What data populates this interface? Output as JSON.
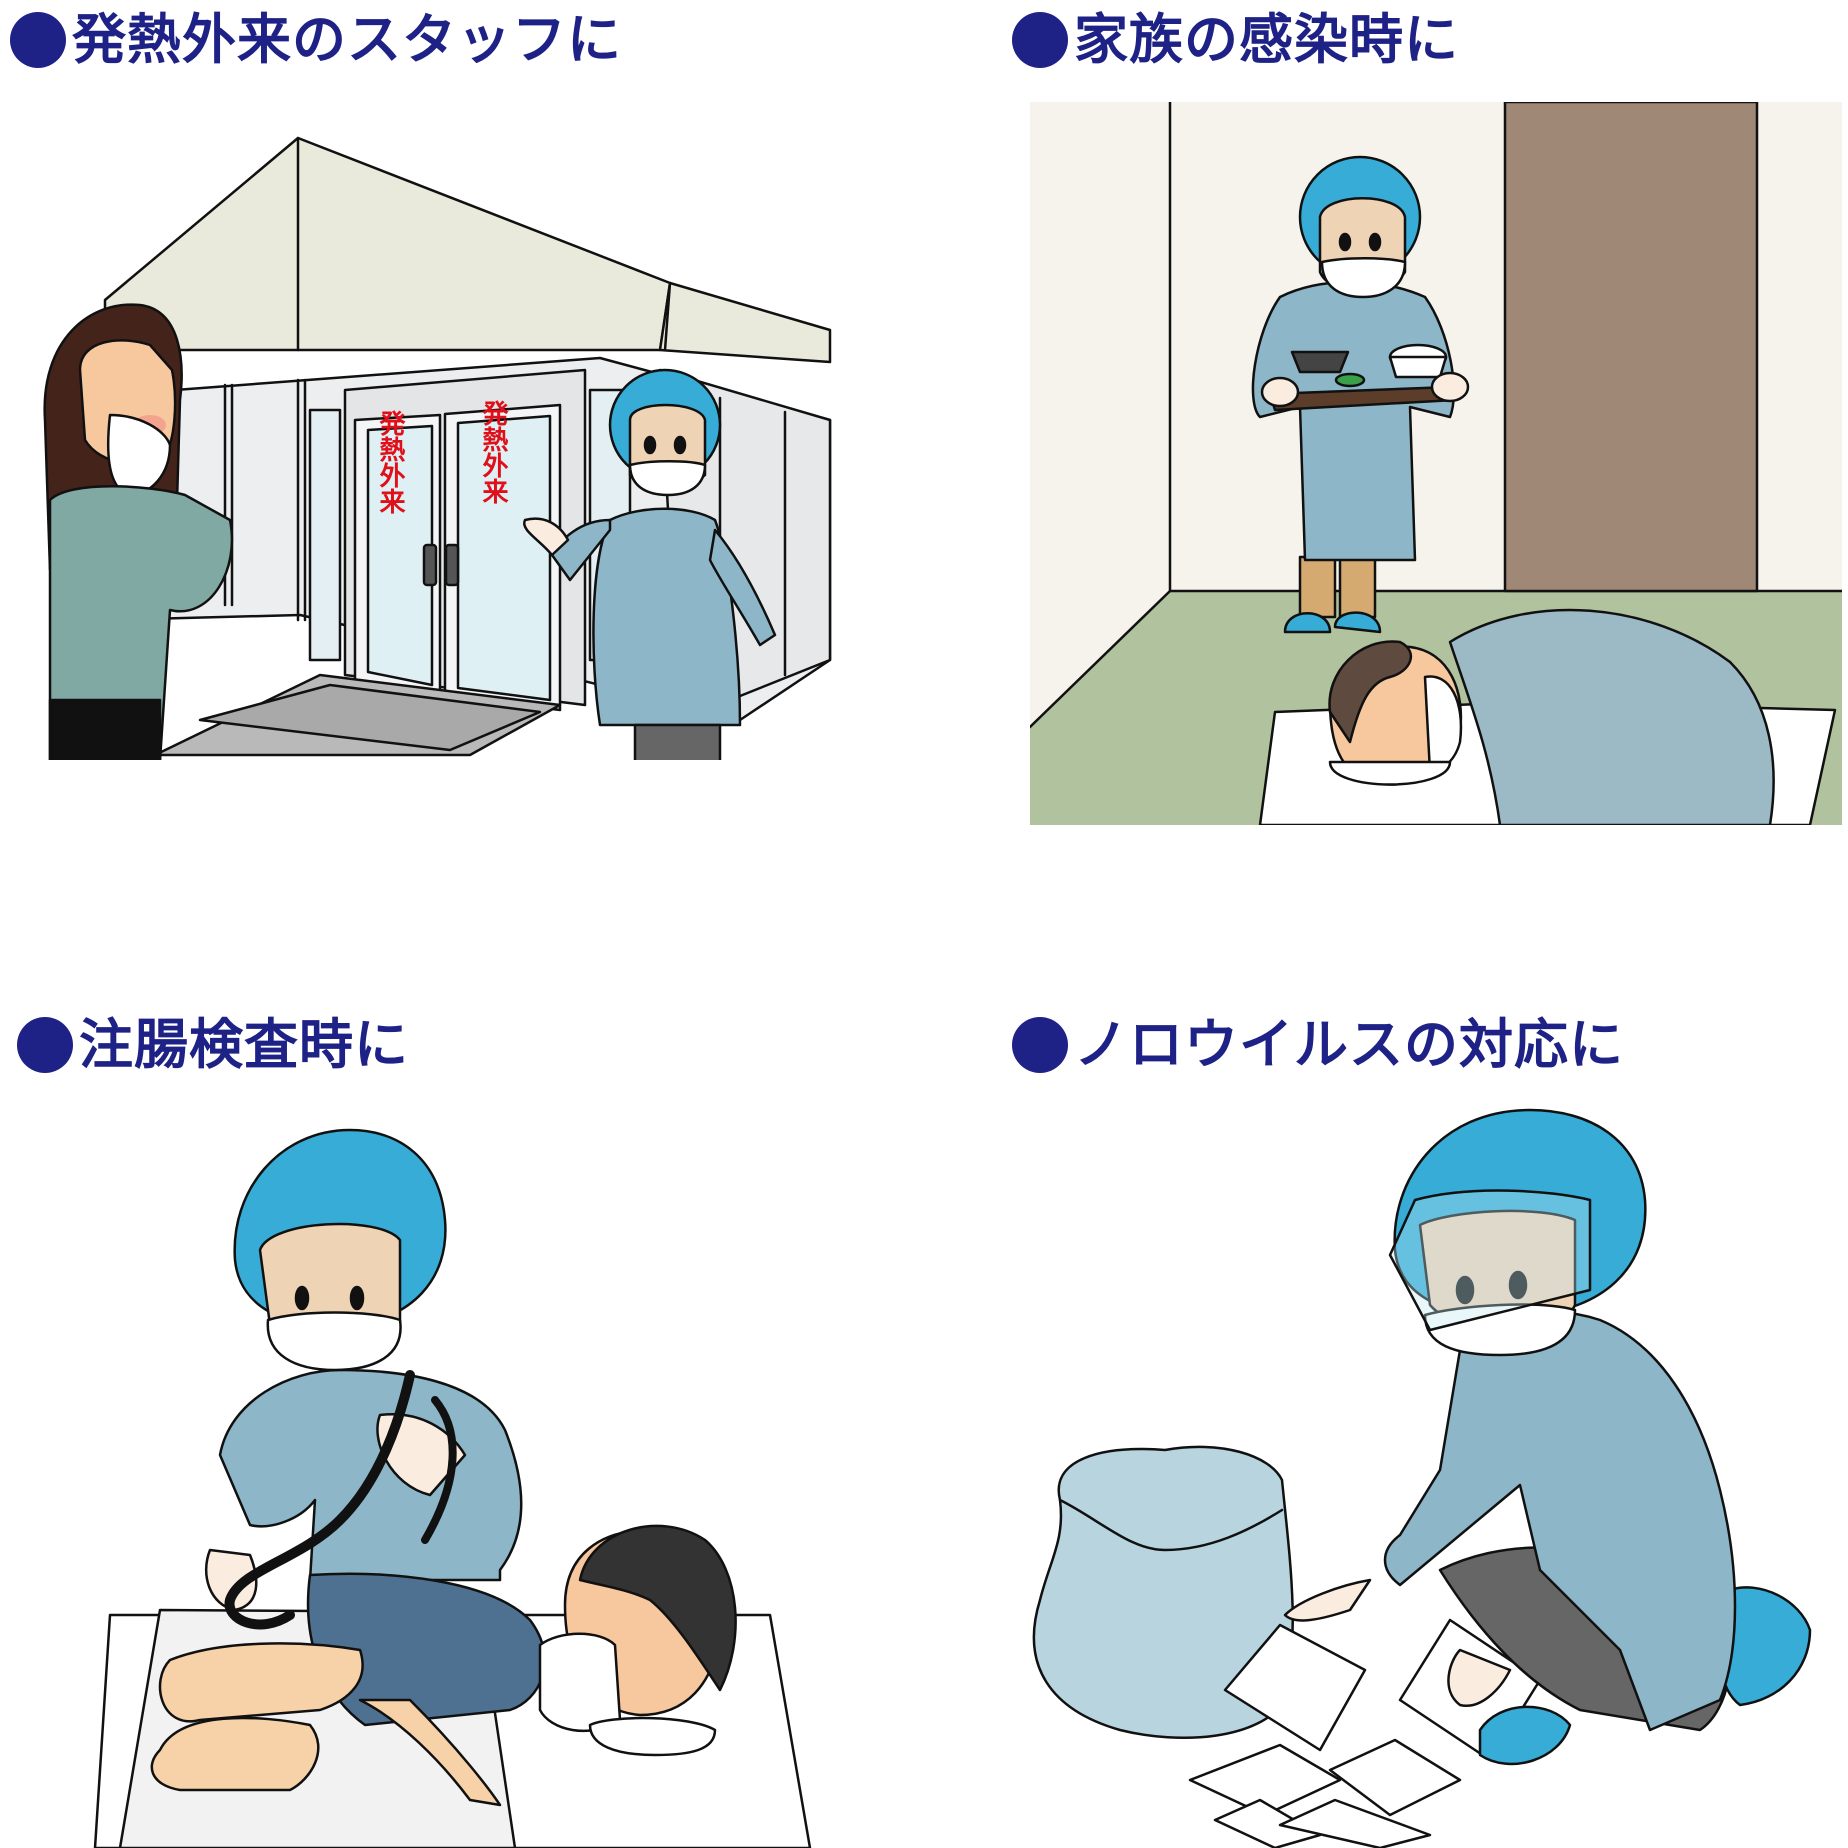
{
  "colors": {
    "title": "#1e2185",
    "door_sign": "#e0101a",
    "cap_blue": "#36acd7",
    "gown_blue": "#8db7c8",
    "wall_cream": "#f5f3ec",
    "door_brown": "#a08877",
    "floor_green": "#b1c29f",
    "outline": "#111111"
  },
  "panels": [
    {
      "title": "発熱外来のスタッフに",
      "scene": "fever-clinic-entrance",
      "door_signs": [
        "発熱外来",
        "発熱外来"
      ]
    },
    {
      "title": "家族の感染時に",
      "scene": "family-member-infection-room"
    },
    {
      "title": "注腸検査時に",
      "scene": "barium-enema-examination"
    },
    {
      "title": "ノロウイルスの対応に",
      "scene": "norovirus-cleanup"
    }
  ]
}
